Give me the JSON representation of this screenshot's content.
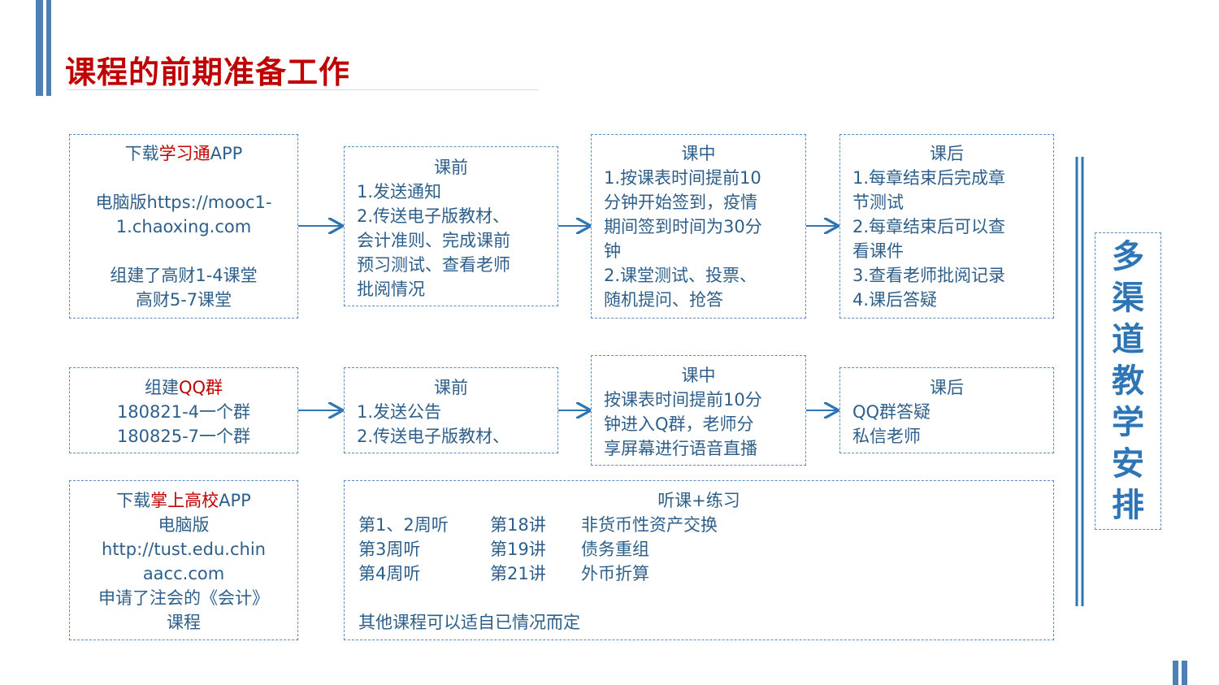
{
  "title": "课程的前期准备工作",
  "row1": {
    "box1": {
      "prefix": "下载",
      "highlight": "学习通",
      "suffix": "APP",
      "lines": [
        "电脑版https://mooc1-",
        "1.chaoxing.com",
        "",
        "组建了高财1-4课堂",
        "高财5-7课堂"
      ]
    },
    "before": [
      "课前",
      "1.发送通知",
      "2.传送电子版教材、",
      "会计准则、完成课前",
      "预习测试、查看老师",
      "批阅情况"
    ],
    "during": [
      "课中",
      "1.按课表时间提前10",
      "分钟开始签到，疫情",
      "期间签到时间为30分",
      "钟",
      "2.课堂测试、投票、",
      "随机提问、抢答"
    ],
    "after": [
      "课后",
      "1.每章结束后完成章",
      "节测试",
      "2.每章结束后可以查",
      "看课件",
      "3.查看老师批阅记录",
      "4.课后答疑"
    ]
  },
  "row2": {
    "box1": {
      "prefix": "组建",
      "highlight": "QQ群",
      "lines": [
        "180821-4一个群",
        "180825-7一个群"
      ]
    },
    "before": [
      "课前",
      "1.发送公告",
      "2.传送电子版教材、"
    ],
    "during": [
      "课中",
      "按课表时间提前10分",
      "钟进入Q群，老师分",
      "享屏幕进行语音直播"
    ],
    "after": [
      "课后",
      "QQ群答疑",
      "私信老师"
    ]
  },
  "row3": {
    "box1": {
      "prefix": "下载",
      "highlight": "掌上高校",
      "suffix": "APP",
      "lines": [
        "电脑版",
        "http://tust.edu.chin",
        "aacc.com",
        "申请了注会的《会计》",
        "课程"
      ]
    },
    "schedule": {
      "heading": "听课+练习",
      "rows": [
        {
          "week": "第1、2周听",
          "lecture": "第18讲",
          "topic": "非货币性资产交换"
        },
        {
          "week": "第3周听",
          "lecture": "第19讲",
          "topic": "债务重组"
        },
        {
          "week": "第4周听",
          "lecture": "第21讲",
          "topic": "外币折算"
        }
      ],
      "footer": "其他课程可以适自已情况而定"
    }
  },
  "side_label": [
    "多",
    "渠",
    "道",
    "教",
    "学",
    "安",
    "排"
  ],
  "colors": {
    "accent": "#4e7fb5",
    "title": "#c00000",
    "text": "#2e5f8a",
    "side_text": "#2e75b6"
  }
}
